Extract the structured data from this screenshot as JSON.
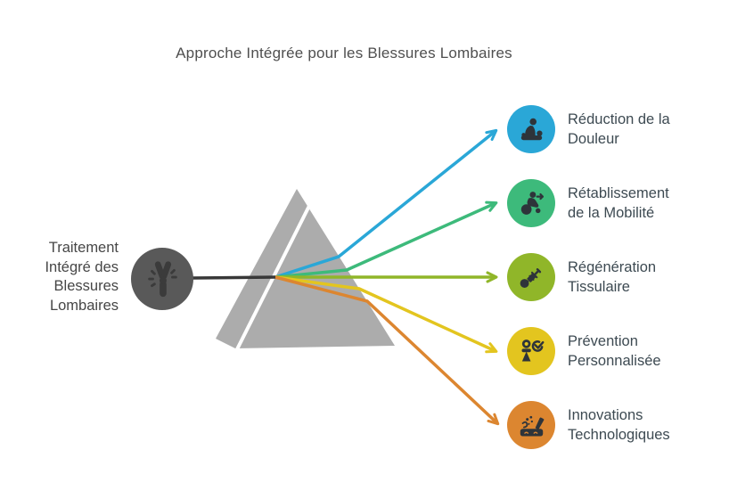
{
  "title": "Approche Intégrée pour les Blessures Lombaires",
  "source": {
    "label": "Traitement Intégré des Blessures Lombaires",
    "icon": "joint-pain-icon",
    "circle_color": "#595959",
    "icon_color": "#3B3B3B",
    "beam_color": "#383838"
  },
  "prism": {
    "fill_color": "#ACACAC",
    "divider_color": "#FFFFFF"
  },
  "nodes": [
    {
      "label": "Réduction de la Douleur",
      "icon": "massage-icon",
      "color": "#2AA7D7"
    },
    {
      "label": "Rétablissement de la Mobilité",
      "icon": "wheelchair-icon",
      "color": "#3DBA7B"
    },
    {
      "label": "Régénération Tissulaire",
      "icon": "syringe-icon",
      "color": "#90B629"
    },
    {
      "label": "Prévention Personnalisée",
      "icon": "person-check-icon",
      "color": "#E3C51F"
    },
    {
      "label": "Innovations Technologiques",
      "icon": "laser-icon",
      "color": "#DC8630"
    }
  ],
  "text_colors": {
    "title": "#4F4F4F",
    "source_label": "#464646",
    "node_label": "#3D4A52"
  }
}
